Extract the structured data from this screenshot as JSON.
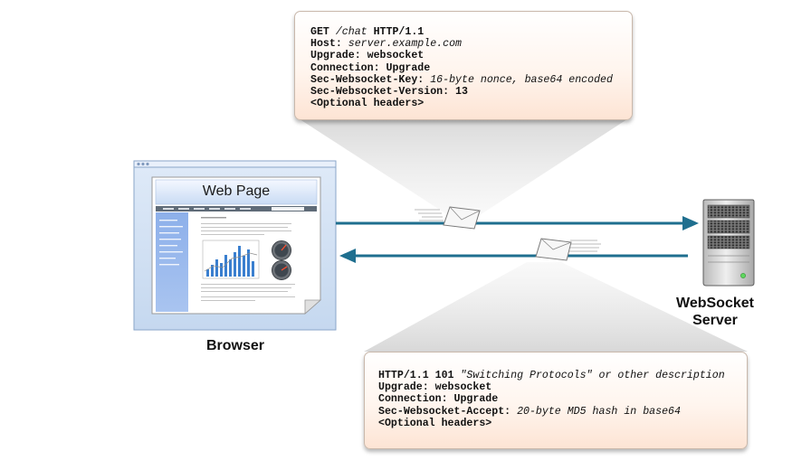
{
  "request": {
    "lines": [
      [
        {
          "t": "GET ",
          "s": "b"
        },
        {
          "t": "/chat ",
          "s": "i"
        },
        {
          "t": "HTTP/1.1",
          "s": "b"
        }
      ],
      [
        {
          "t": "Host: ",
          "s": "b"
        },
        {
          "t": "server.example.com",
          "s": "i"
        }
      ],
      [
        {
          "t": "Upgrade: websocket",
          "s": "b"
        }
      ],
      [
        {
          "t": "Connection: Upgrade",
          "s": "b"
        }
      ],
      [
        {
          "t": "Sec-Websocket-Key: ",
          "s": "b"
        },
        {
          "t": "16-byte nonce, base64 encoded",
          "s": "i"
        }
      ],
      [
        {
          "t": "Sec-Websocket-Version: 13",
          "s": "b"
        }
      ],
      [
        {
          "t": "<Optional headers>",
          "s": "b"
        }
      ]
    ]
  },
  "response": {
    "lines": [
      [
        {
          "t": "HTTP/1.1 101 ",
          "s": "b"
        },
        {
          "t": "\"Switching Protocols\" or other description",
          "s": "i"
        }
      ],
      [
        {
          "t": "Upgrade: websocket",
          "s": "b"
        }
      ],
      [
        {
          "t": "Connection: Upgrade",
          "s": "b"
        }
      ],
      [
        {
          "t": "Sec-Websocket-Accept: ",
          "s": "b"
        },
        {
          "t": "20-byte MD5 hash in base64",
          "s": "i"
        }
      ],
      [
        {
          "t": "<Optional headers>",
          "s": "b"
        }
      ]
    ]
  },
  "browser": {
    "label": "Browser",
    "page_title": "Web Page"
  },
  "server": {
    "label_line1": "WebSocket",
    "label_line2": "Server"
  },
  "colors": {
    "arrow": "#1f6f8f",
    "box_bottom": "#fde4d4",
    "page_blue": "#8fb2ea",
    "server_led": "#5fd75f"
  },
  "icons": {
    "request_message": "envelope-icon",
    "response_message": "envelope-icon",
    "server": "server-tower-icon",
    "browser": "browser-window-icon"
  }
}
